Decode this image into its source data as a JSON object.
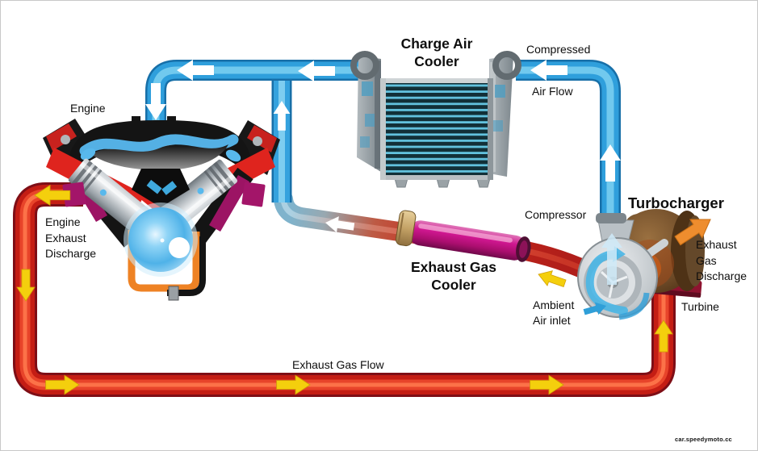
{
  "diagram": {
    "subject": "Turbocharged engine charge-air and exhaust-gas flow diagram",
    "labels": {
      "engine": "Engine",
      "engine_exhaust_discharge": "Engine\nExhaust\nDischarge",
      "charge_air_cooler": "Charge Air\nCooler",
      "compressed_air_flow_line1": "Compressed",
      "compressed_air_flow_line2": "Air Flow",
      "turbocharger": "Turbocharger",
      "compressor": "Compressor",
      "exhaust_gas_discharge": "Exhaust\nGas\nDischarge",
      "ambient_air_inlet": "Ambient\nAir inlet",
      "turbine": "Turbine",
      "exhaust_gas_cooler": "Exhaust Gas\nCooler",
      "exhaust_gas_flow": "Exhaust Gas Flow",
      "watermark": "car.speedymoto.cc"
    },
    "colors": {
      "charge_air_pipe": "#2f9fdc",
      "exhaust_pipe": "#c41d14",
      "flow_arrow_white": "#ffffff",
      "flow_arrow_yellow": "#f4cf0d",
      "discharge_arrow_orange": "#ee8d2e",
      "egr_cooler_body": "#cf1790",
      "turbine_housing": "#6b4826",
      "compressor_housing": "#c7ccd0",
      "engine_head": "#df241e",
      "oil_pan": "#ee8224",
      "crank_ball": "#58b8ec"
    },
    "icons": {
      "white_arrow": "charge-air-flow-arrow",
      "yellow_arrow": "exhaust-gas-flow-arrow",
      "orange_arrow": "exhaust-discharge-arrow",
      "blue_arrow": "ambient-air-inlet-arrow"
    }
  }
}
